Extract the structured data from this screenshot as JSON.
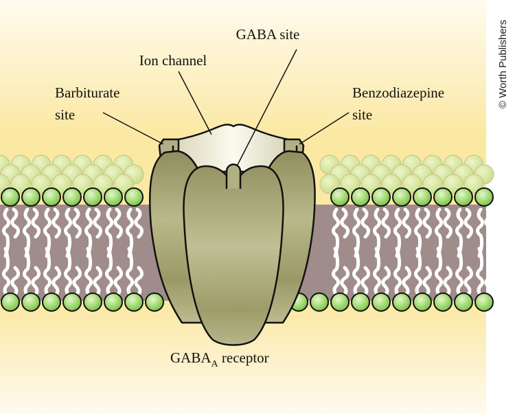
{
  "labels": {
    "gaba_site": "GABA site",
    "ion_channel": "Ion channel",
    "barbiturate_line1": "Barbiturate",
    "barbiturate_line2": "site",
    "benzodiazepine_line1": "Benzodiazepine",
    "benzodiazepine_line2": "site",
    "receptor_main": "GABA",
    "receptor_subscript": "A",
    "receptor_suffix": " receptor"
  },
  "credit": "© Worth Publishers",
  "colors": {
    "background_yellow": "#fbe9a6",
    "lipid_head_green": "#9fd86e",
    "membrane_core": "#a08c8a",
    "receptor_olive": "#a3a272"
  }
}
